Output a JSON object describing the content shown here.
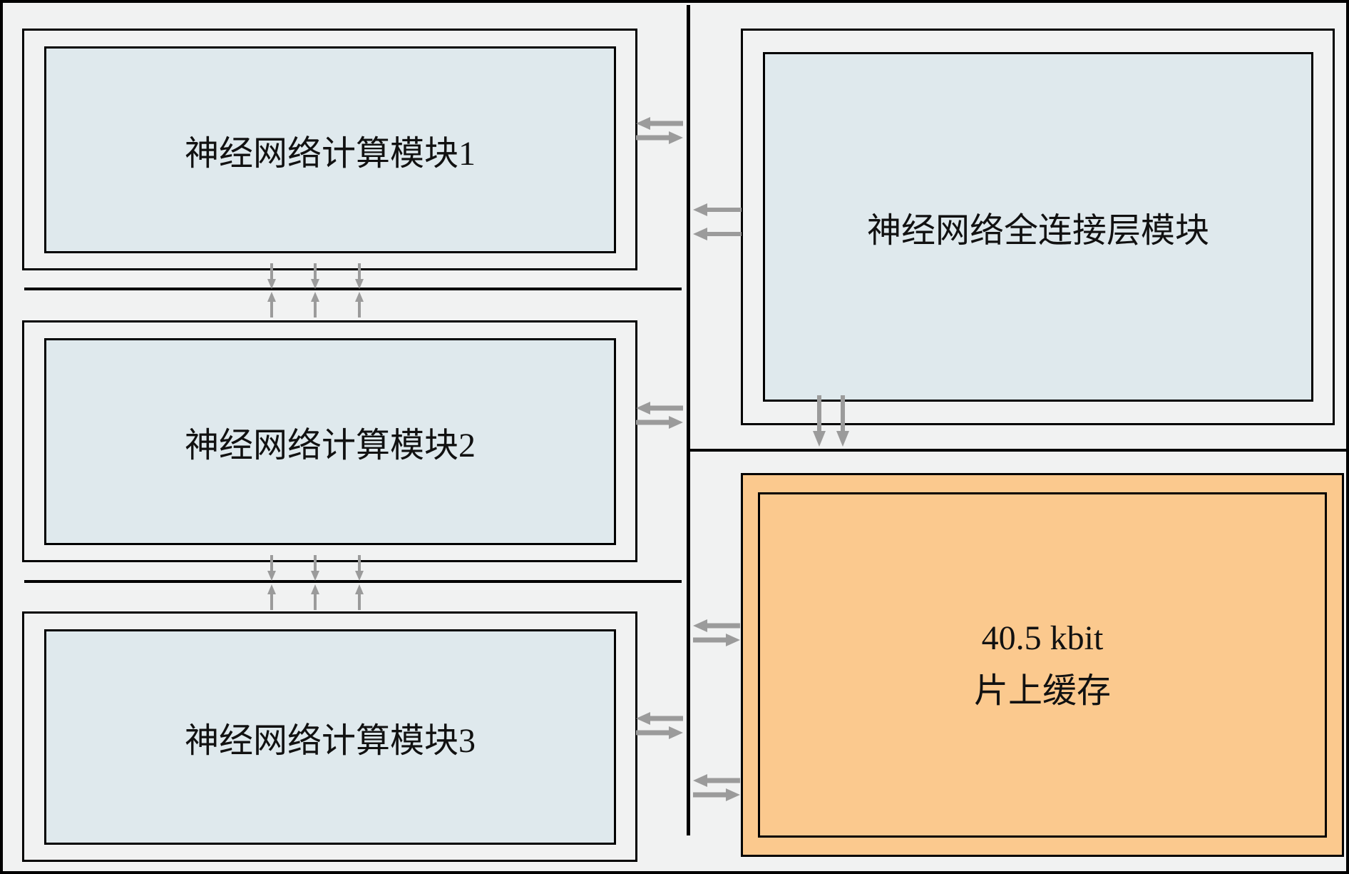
{
  "diagram": {
    "compute_modules": [
      {
        "label": "神经网络计算模块1"
      },
      {
        "label": "神经网络计算模块2"
      },
      {
        "label": "神经网络计算模块3"
      }
    ],
    "fc_module": {
      "label": "神经网络全连接层模块"
    },
    "cache": {
      "capacity": "40.5 kbit",
      "name": "片上缓存"
    },
    "colors": {
      "background": "#f1f2f2",
      "module_fill": "#dfe9ed",
      "cache_fill": "#fbc98e",
      "arrow": "#9b9b9b",
      "line": "#000000"
    }
  }
}
